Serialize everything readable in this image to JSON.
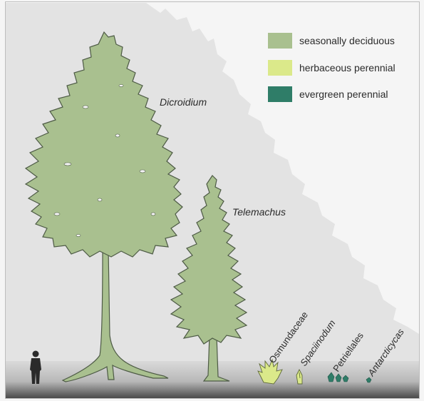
{
  "legend": [
    {
      "label": "seasonally deciduous",
      "color": "#a9c08f"
    },
    {
      "label": "herbaceous perennial",
      "color": "#dbe98a"
    },
    {
      "label": "evergreen perennial",
      "color": "#2f7d68"
    }
  ],
  "plants": {
    "dicroidium": "Dicroidium",
    "telemachus": "Telemachus",
    "osmundaceae": "Osmundaceae",
    "spaciinodum": "Spaciinodum",
    "petriellales": "Petriellales",
    "antarcticycas": "Antarcticycas"
  },
  "colors": {
    "background": "#f4f4f4",
    "canopy_shadow": "#e2e2e2",
    "ground_top": "#d8d8d8",
    "ground_bottom": "#4a4a4a",
    "outline": "#4d5a45",
    "human": "#2a2a2a"
  }
}
